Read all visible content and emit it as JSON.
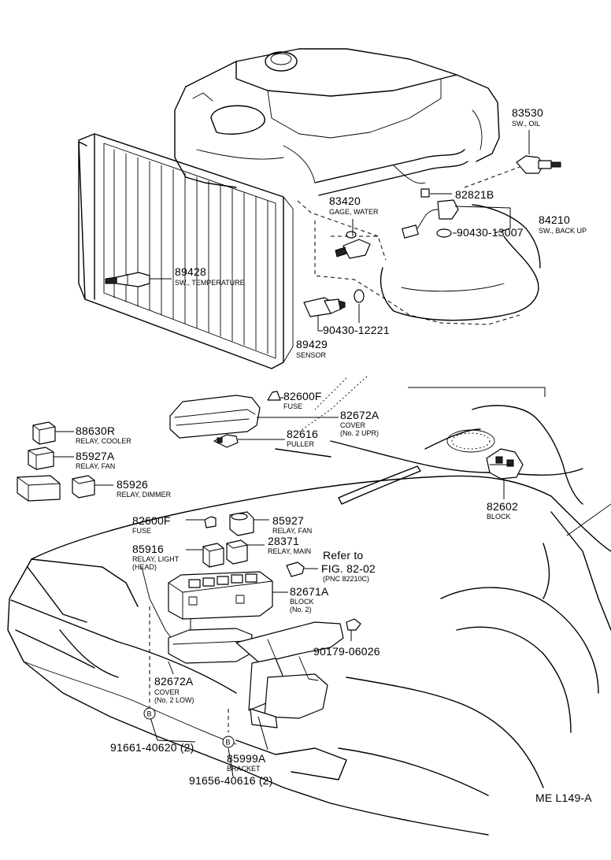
{
  "drawing_code": "ME L149-A",
  "parts": {
    "p83530": {
      "number": "83530",
      "desc": "SW., OIL"
    },
    "p82821B": {
      "number": "82821B"
    },
    "p84210": {
      "number": "84210",
      "desc": "SW., BACK UP"
    },
    "p90430_13007": {
      "number": "90430-13007"
    },
    "p83420": {
      "number": "83420",
      "desc": "GAGE, WATER"
    },
    "p89428": {
      "number": "89428",
      "desc": "SW., TEMPERATURE"
    },
    "p90430_12221": {
      "number": "90430-12221"
    },
    "p89429": {
      "number": "89429",
      "desc": "SENSOR"
    },
    "p82600F_top": {
      "number": "82600F",
      "desc": "FUSE"
    },
    "p82672A_top": {
      "number": "82672A",
      "desc": "COVER",
      "desc2": "(No. 2 UPR)"
    },
    "p82616": {
      "number": "82616",
      "desc": "PULLER"
    },
    "p88630R": {
      "number": "88630R",
      "desc": "RELAY, COOLER"
    },
    "p85927A": {
      "number": "85927A",
      "desc": "RELAY, FAN"
    },
    "p85926": {
      "number": "85926",
      "desc": "RELAY, DIMMER"
    },
    "p82602": {
      "number": "82602",
      "desc": "BLOCK"
    },
    "p82600F_mid": {
      "number": "82600F",
      "desc": "FUSE"
    },
    "p85927": {
      "number": "85927",
      "desc": "RELAY, FAN"
    },
    "p85916": {
      "number": "85916",
      "desc": "RELAY, LIGHT",
      "desc2": "(HEAD)"
    },
    "p28371": {
      "number": "28371",
      "desc": "RELAY, MAIN"
    },
    "p_refer": {
      "number": "Refer to",
      "number2": "FIG. 82-02",
      "desc": "(PNC 82210C)"
    },
    "p82671A": {
      "number": "82671A",
      "desc": "BLOCK",
      "desc2": "(No. 2)"
    },
    "p90179_06026": {
      "number": "90179-06026"
    },
    "p82672A_low": {
      "number": "82672A",
      "desc": "COVER",
      "desc2": "(No. 2 LOW)"
    },
    "p91661_40620": {
      "number": "91661-40620 (2)"
    },
    "p85999A": {
      "number": "85999A",
      "desc": "BRACKET"
    },
    "p91656_40616": {
      "number": "91656-40616 (2)"
    }
  },
  "circle_markers": {
    "marker_1": "B",
    "marker_2": "B"
  }
}
